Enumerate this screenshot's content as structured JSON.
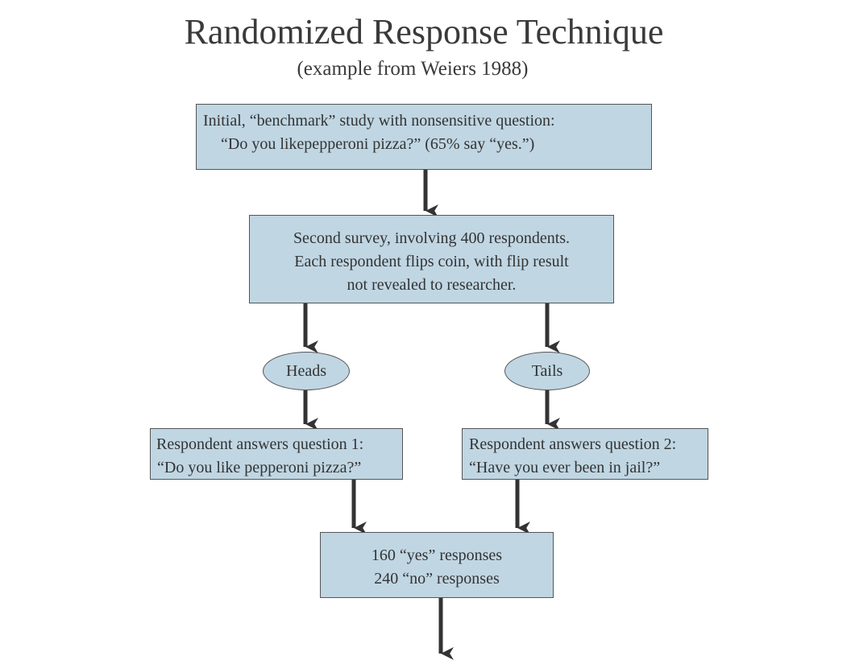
{
  "title": "Randomized Response Technique",
  "subtitle": "(example from Weiers 1988)",
  "colors": {
    "box_fill": "#c0d6e3",
    "border": "#555555",
    "arrow": "#333333",
    "text": "#333333"
  },
  "nodes": {
    "benchmark": {
      "line1": "Initial, “benchmark” study with nonsensitive question:",
      "line2": "“Do you likepepperoni pizza?” (65% say “yes.”)"
    },
    "survey": {
      "line1": "Second survey, involving 400 respondents.",
      "line2": "Each respondent flips coin, with flip result",
      "line3": "not revealed to researcher."
    },
    "heads": {
      "label": "Heads"
    },
    "tails": {
      "label": "Tails"
    },
    "question1": {
      "line1": "Respondent answers question 1:",
      "line2": "“Do you like pepperoni pizza?”"
    },
    "question2": {
      "line1": "Respondent answers question 2:",
      "line2": "“Have you ever been in jail?”"
    },
    "results": {
      "line1": "160 “yes” responses",
      "line2": "240 “no” responses"
    }
  }
}
